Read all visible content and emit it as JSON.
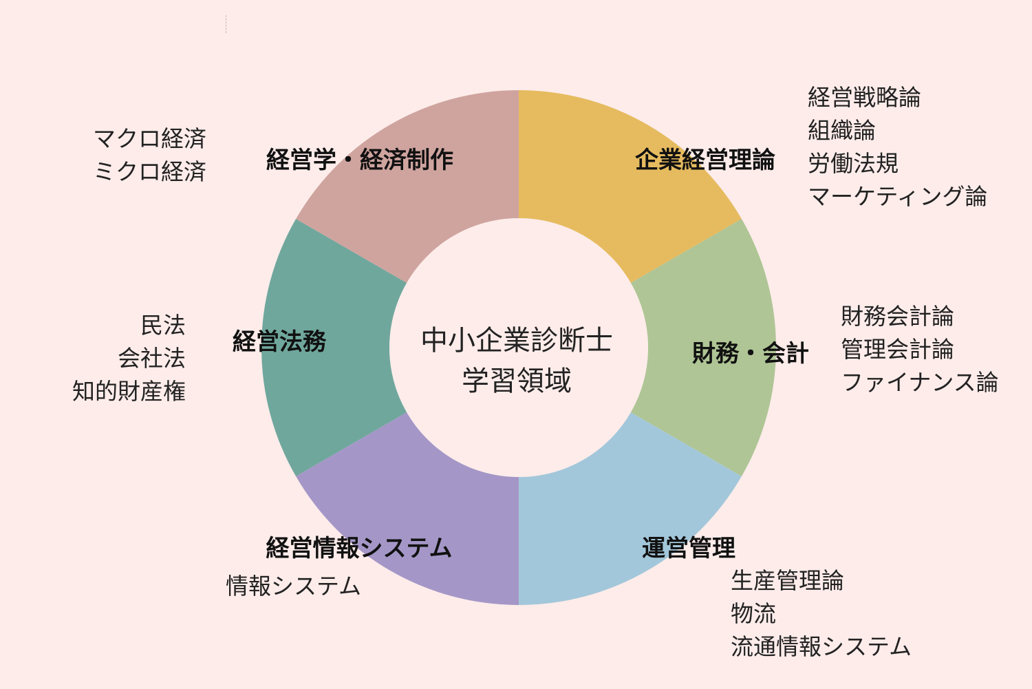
{
  "center": {
    "line1": "中小企業診断士",
    "line2": "学習領域"
  },
  "segments": [
    {
      "key": "kigyo",
      "label": "企業経営理論",
      "color": "#e6bb5f",
      "topics": [
        "経営戦略論",
        "組織論",
        "労働法規",
        "マーケティング論"
      ]
    },
    {
      "key": "zaimu",
      "label": "財務・会計",
      "color": "#afc595",
      "topics": [
        "財務会計論",
        "管理会計論",
        "ファイナンス論"
      ]
    },
    {
      "key": "unei",
      "label": "運営管理",
      "color": "#a3c7da",
      "topics": [
        "生産管理論",
        "物流",
        "流通情報システム"
      ]
    },
    {
      "key": "joho",
      "label": "経営情報システム",
      "color": "#a497c7",
      "topics": [
        "情報システム"
      ]
    },
    {
      "key": "homu",
      "label": "経営法務",
      "color": "#70a79d",
      "topics": [
        "民法",
        "会社法",
        "知的財産権"
      ]
    },
    {
      "key": "keizai",
      "label": "経営学・経済制作",
      "color": "#cfa49f",
      "topics": [
        "マクロ経済",
        "ミクロ経済"
      ]
    }
  ]
}
